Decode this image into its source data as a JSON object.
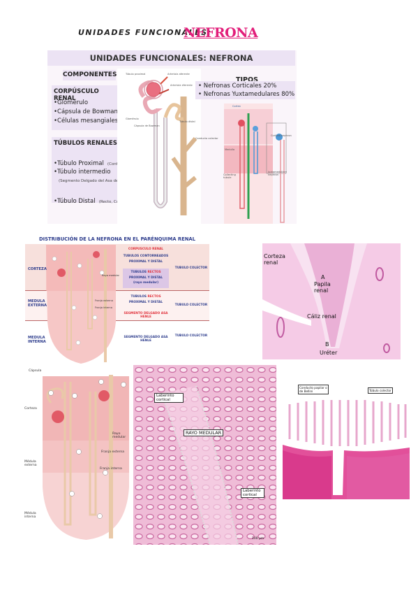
{
  "title": {
    "prefix": "UNIDADES FUNCIONALES:",
    "accent": "NEFRONA"
  },
  "panel1": {
    "header": "UNIDADES FUNCIONALES: NEFRONA",
    "components_title": "COMPONENTES",
    "corpusculo_title": "CORPÚSCULO RENAL",
    "corpusculo_items": [
      "•Glomérulo",
      "•Cápsula de Bowman",
      "•Células mesangiales"
    ],
    "tubulos_title": "TÚBULOS RENALES:",
    "tubulo_proximal": "•Túbulo Proximal",
    "tubulo_proximal_detail": "(Contorneado, Recto)",
    "tubulo_intermedio": "•Túbulo intermedio",
    "tubulo_intermedio_detail": "(Segmento Delgado del Asa de Henle)",
    "tubulo_distal": "•Túbulo Distal",
    "tubulo_distal_detail": "(Recto, Contorneado)",
    "tipos_title": "TIPOS",
    "tipos_items": [
      "Nefronas Corticales 20%",
      "Nefronas Yuxtamedulares 80%"
    ],
    "diagram_labels": {
      "tubulo_proximal": "Túbulo proximal",
      "arteriola_aferente": "Arteriola aferente",
      "arteriola_eferente": "Arteriola eferente",
      "glomerulo": "Glomérulo",
      "capsula": "Cápsula de Bowman",
      "tubulo_distal": "Túbulo distal",
      "conducto_colector": "Conducto colector"
    },
    "tipos_labels": {
      "cortex": "Cortex",
      "cortical": "Cortical nephron",
      "medulla": "Medulla",
      "collecting": "Collecting tubule",
      "juxta": "Juxtamedullary nephron"
    }
  },
  "panel2": {
    "title": "DISTRIBUCIÓN DE LA NEFRONA EN EL PARÉNQUIMA RENAL",
    "zones": {
      "corteza": "CORTEZA",
      "medula_externa": "MEDULA EXTERNA",
      "medula_interna": "MEDULA INTERNA"
    },
    "cells": {
      "corpusculo": "CORPUSCULO RENAL",
      "contorneados": "TUBULOS CONTORNEADOS",
      "contorneados_sub": "PROXIMAL Y DISTAL",
      "rectos_prefix": "TUBULOS",
      "rectos_accent": "RECTOS",
      "rectos_sub": "PROXIMAL Y DISTAL",
      "rectos_sub2": "(rayo medular)",
      "rectos2_prefix": "TUBULOS",
      "rectos2_accent": "RECTOS",
      "rectos2_sub": "PROXIMAL Y DISTAL",
      "delgado_red": "SEGMENTO DELGADO ASA HENLE",
      "delgado": "SEGMENTO DELGADO ASA HENLE",
      "colector1": "TUBULO COLECTOR",
      "colector2": "TUBULO COLECTOR",
      "colector3": "TUBULO COLECTOR"
    },
    "diagram_labels": {
      "rayo": "Rayo medular",
      "franja_externa": "Franja externa",
      "franja_interna": "Franja interna"
    }
  },
  "histo1": {
    "corteza": "Corteza renal",
    "a": "A",
    "papila": "Papila renal",
    "caliz": "Cáliz renal",
    "b": "B",
    "ureter": "Uréter"
  },
  "diagram2": {
    "capsula": "Cápsula",
    "corteza": "Corteza",
    "medula_externa": "Médula externa",
    "medula_interna": "Médula interna",
    "rayo": "Rayo medular",
    "franja_externa": "Franja externa",
    "franja_interna": "Franja interna"
  },
  "histo2": {
    "laberinto_top": "Laberinto cortical",
    "rayo": "RAYO MEDULAR",
    "laberinto_bottom": "Laberinto cortical",
    "scale": "100 μm"
  },
  "histo3": {
    "bellini": "Conducto papilar o de Bellini",
    "colector": "Túbulo colector"
  }
}
